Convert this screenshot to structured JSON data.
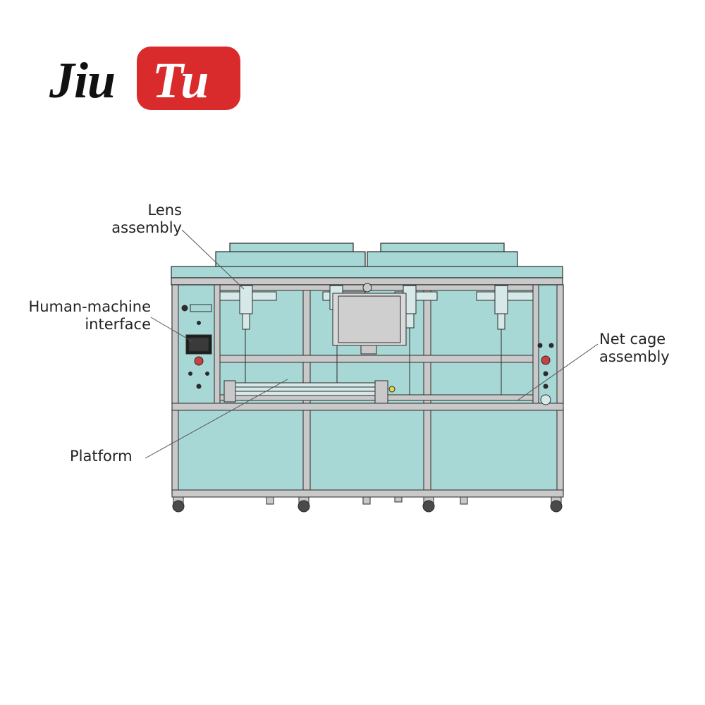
{
  "logo": {
    "left_text": "Jiu",
    "right_text": "Tu",
    "accent_color": "#d92b2b"
  },
  "labels": {
    "lens_line1": "Lens",
    "lens_line2": "assembly",
    "hmi_line1": "Human-machine",
    "hmi_line2": "interface",
    "netcage_line1": "Net cage",
    "netcage_line2": "assembly",
    "platform": "Platform"
  },
  "colors": {
    "panel": "#a8d8d5",
    "frame": "#c9c9c9",
    "outline": "#2b2b2b"
  }
}
